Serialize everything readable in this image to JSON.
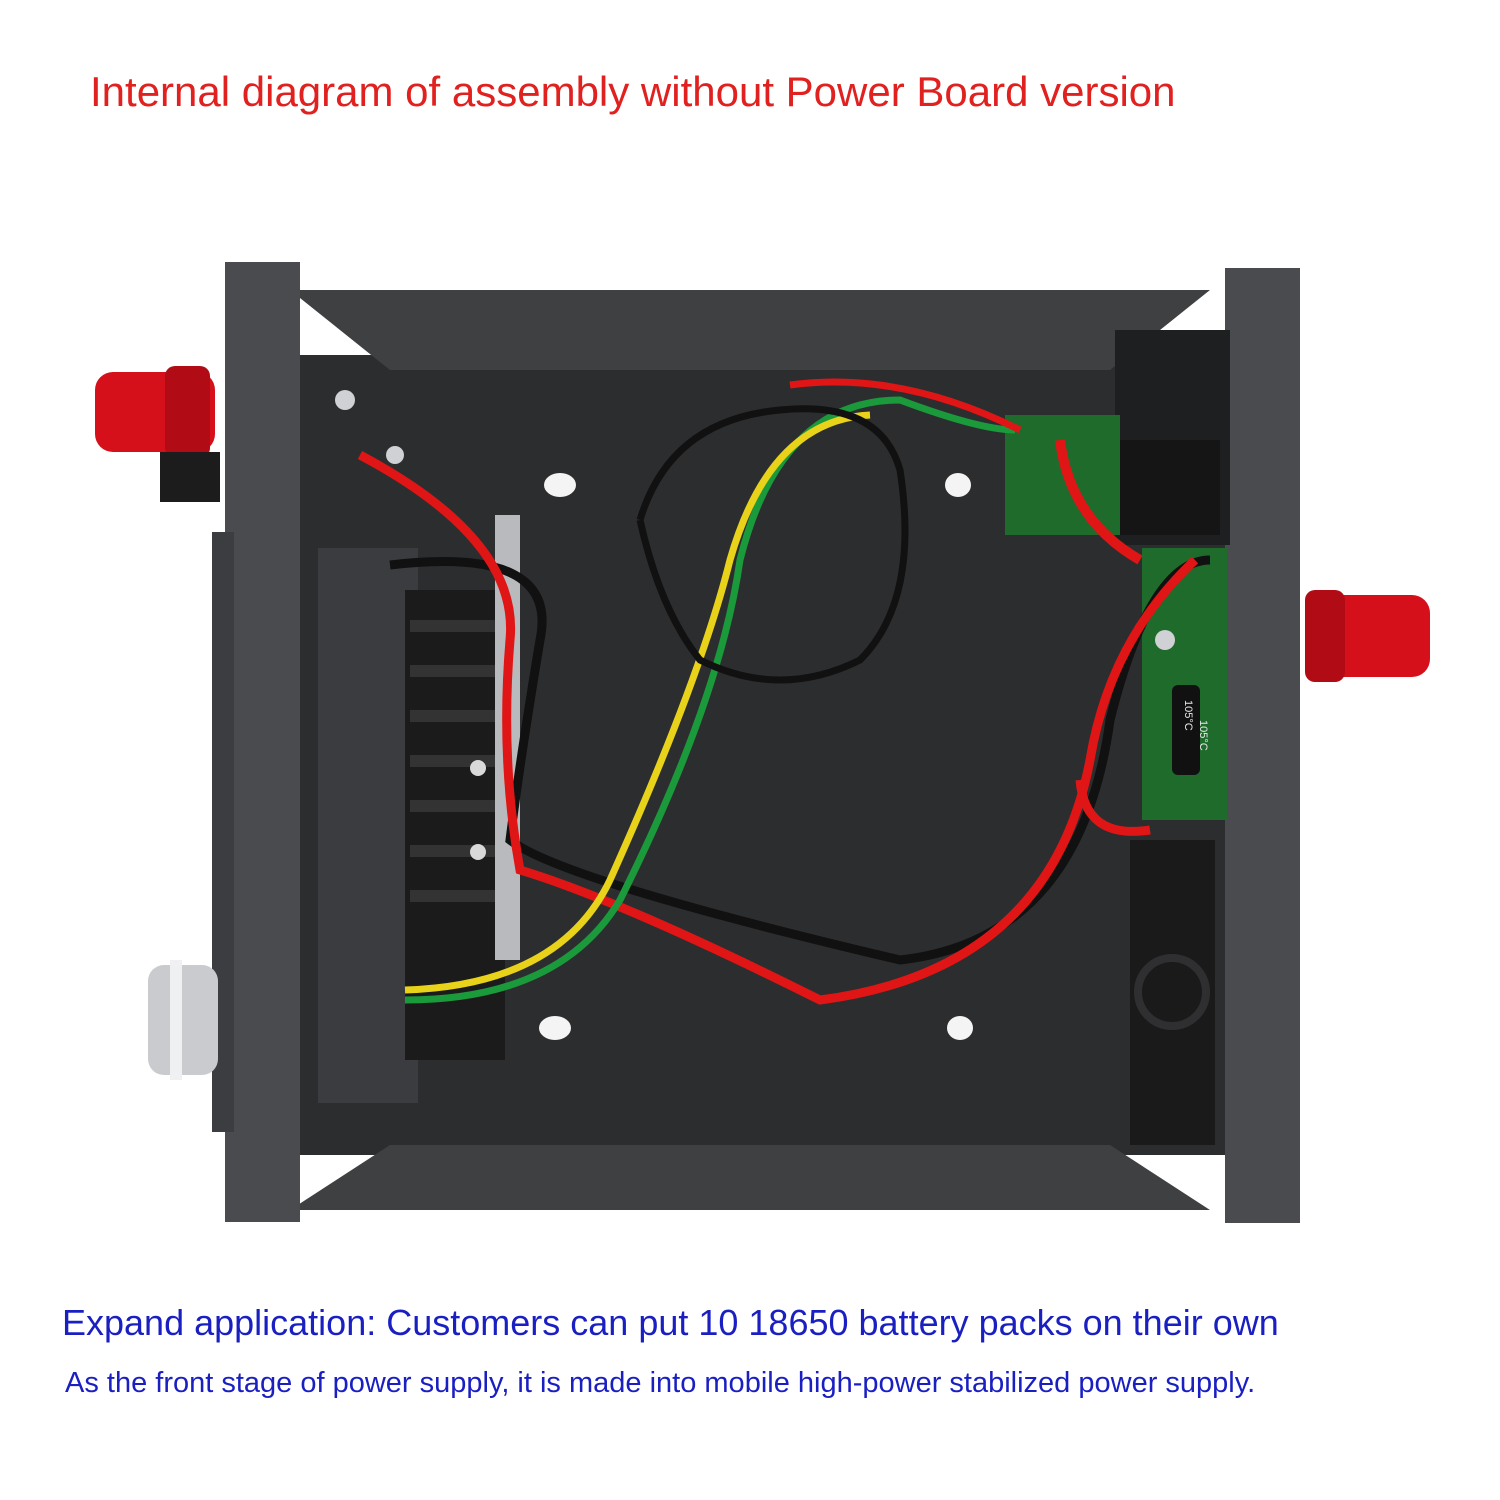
{
  "title": "Internal diagram of assembly without Power Board version",
  "caption": {
    "main": "Expand application: Customers can put 10 18650 battery packs on their own",
    "sub": "As the front stage of power supply, it is made into mobile high-power stabilized power supply."
  },
  "photo": {
    "subject": "power-supply-enclosure-interior",
    "board_marks": [
      "105°C",
      "105°C"
    ]
  },
  "colors": {
    "title": "#e0211f",
    "caption": "#1a1fc2",
    "enclosure": "#3a3b3d",
    "terminal": "#d5101b",
    "pcb": "#1f6b2c",
    "wire_red": "#e01515",
    "wire_black": "#111111",
    "wire_green": "#1a9a3a",
    "wire_yellow": "#e8d21a"
  }
}
